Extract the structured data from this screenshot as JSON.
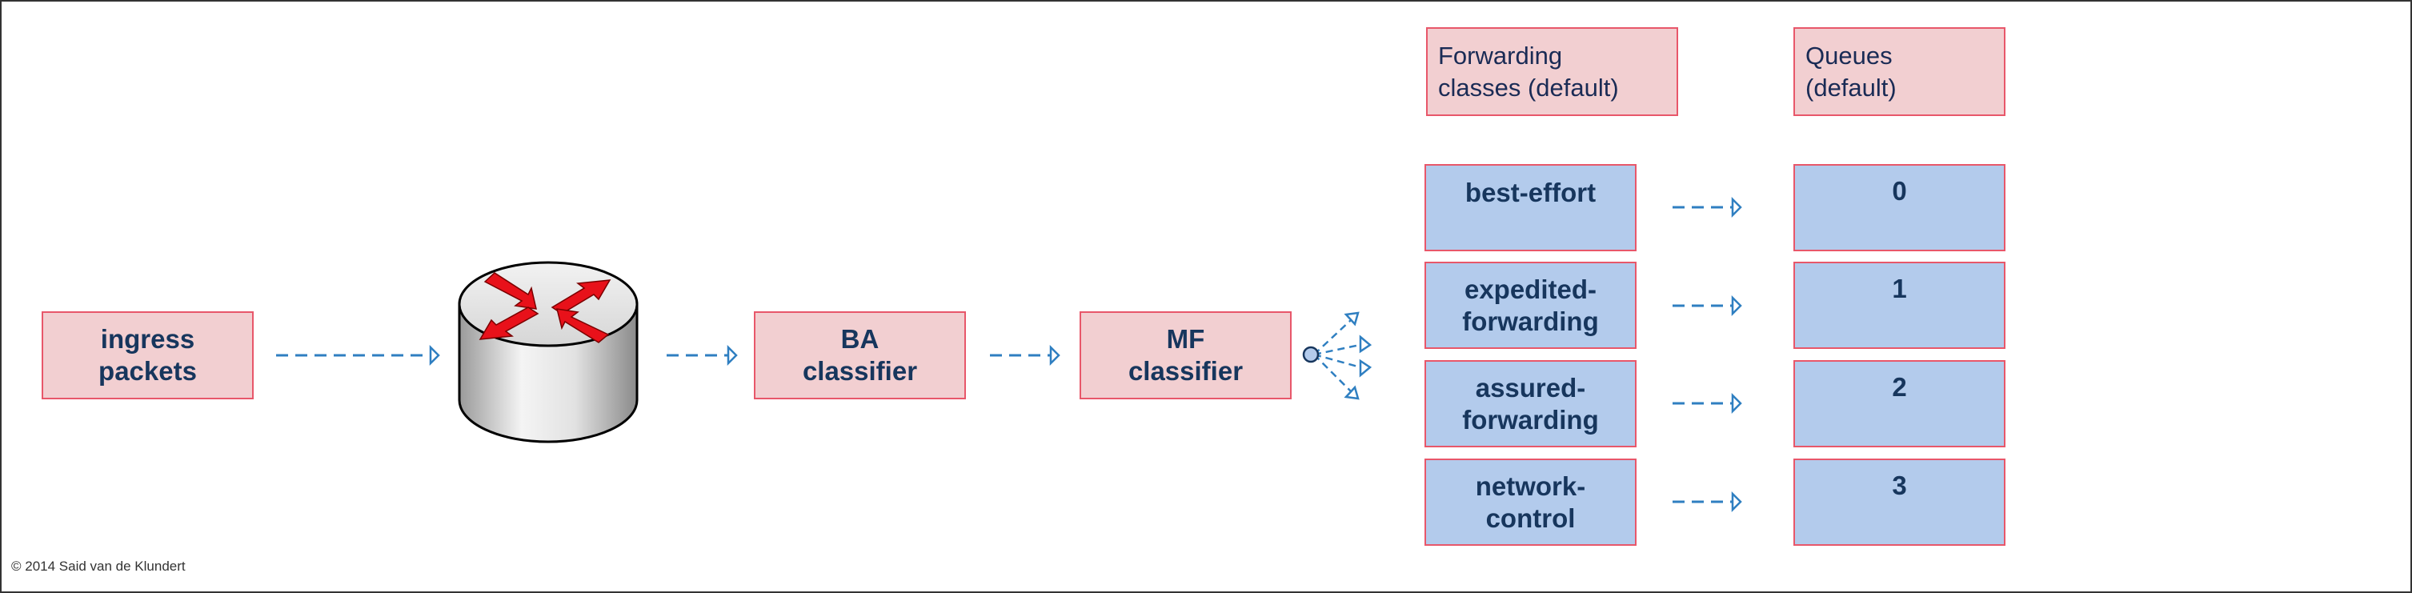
{
  "copyright": "© 2014 Said van de Klundert",
  "source": {
    "label": "ingress\npackets"
  },
  "ba_classifier": {
    "label": "BA\nclassifier"
  },
  "mf_classifier": {
    "label": "MF\nclassifier"
  },
  "headers": {
    "forwarding_classes": "Forwarding\nclasses (default)",
    "queues": "Queues\n(default)"
  },
  "forwarding_classes": [
    {
      "label": "best-effort"
    },
    {
      "label": "expedited-\nforwarding"
    },
    {
      "label": "assured-\nforwarding"
    },
    {
      "label": "network-\ncontrol"
    }
  ],
  "queues": [
    {
      "label": "0"
    },
    {
      "label": "1"
    },
    {
      "label": "2"
    },
    {
      "label": "3"
    }
  ],
  "colors": {
    "pink_fill": "#f2cfd1",
    "blue_fill": "#b3cbec",
    "box_border": "#e8576a",
    "arrow": "#2f7fc1",
    "text": "#17365d",
    "router_arrow": "#e8111a"
  },
  "icons": {
    "router": "router-icon"
  }
}
